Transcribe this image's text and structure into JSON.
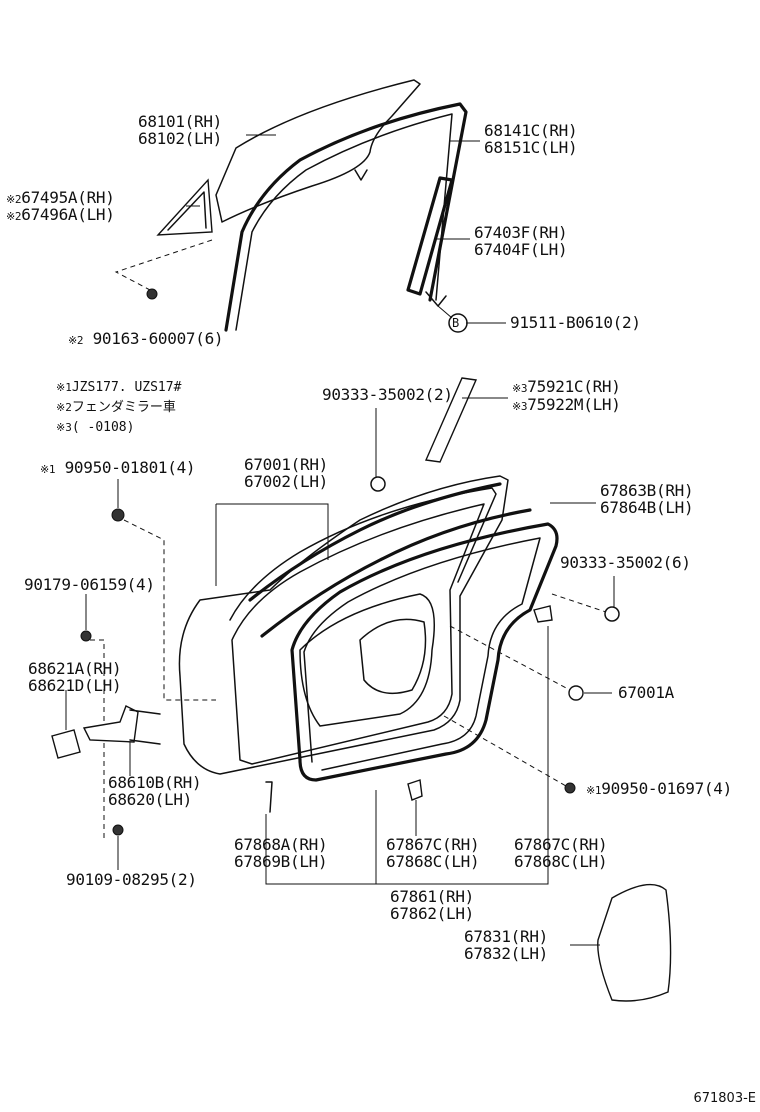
{
  "parts": {
    "glass": {
      "rh": "68101(RH)",
      "lh": "68102(LH)"
    },
    "run_channel": {
      "rh": "68141C(RH)",
      "lh": "68151C(LH)"
    },
    "cover_rh": {
      "mark": "※2",
      "text": "67495A(RH)"
    },
    "cover_lh": {
      "mark": "※2",
      "text": "67496A(LH)"
    },
    "division_bar": {
      "rh": "67403F(RH)",
      "lh": "67404F(LH)"
    },
    "bolt_b": {
      "symbol": "B",
      "text": "91511-B0610(2)"
    },
    "nut": {
      "mark": "※2",
      "text": "90163-60007(6)"
    },
    "clip_2": {
      "text": "90333-35002(2)"
    },
    "mould_rh": {
      "mark": "※3",
      "text": "75921C(RH)"
    },
    "mould_lh": {
      "mark": "※3",
      "text": "75922M(LH)"
    },
    "screw_4": {
      "mark": "※1",
      "text": "90950-01801(4)"
    },
    "door_panel": {
      "rh": "67001(RH)",
      "lh": "67002(LH)"
    },
    "weatherstrip": {
      "rh": "67863B(RH)",
      "lh": "67864B(LH)"
    },
    "clip_6": {
      "text": "90333-35002(6)"
    },
    "bolt_4": {
      "text": "90179-06159(4)"
    },
    "hinge_upper": {
      "rh": "68621A(RH)",
      "lh": "68621D(LH)"
    },
    "panel_sub": {
      "text": "67001A"
    },
    "hinge_lower": {
      "rh": "68610B(RH)",
      "lh": "68620(LH)"
    },
    "screw_b": {
      "mark": "※1",
      "text": "90950-01697(4)"
    },
    "seal_a": {
      "rh": "67868A(RH)",
      "lh": "67869B(LH)"
    },
    "seal_c1": {
      "rh": "67867C(RH)",
      "lh": "67868C(LH)"
    },
    "seal_c2": {
      "rh": "67867C(RH)",
      "lh": "67868C(LH)"
    },
    "bolt_2": {
      "text": "90109-08295(2)"
    },
    "seal_set": {
      "rh": "67861(RH)",
      "lh": "67862(LH)"
    },
    "hole_cover": {
      "rh": "67831(RH)",
      "lh": "67832(LH)"
    }
  },
  "notes": [
    {
      "mark": "※1",
      "text": "JZS177. UZS17#"
    },
    {
      "mark": "※2",
      "text": "フェンダミラー車"
    },
    {
      "mark": "※3",
      "text": "(       -0108)"
    }
  ],
  "diagram_code": "671803-E"
}
